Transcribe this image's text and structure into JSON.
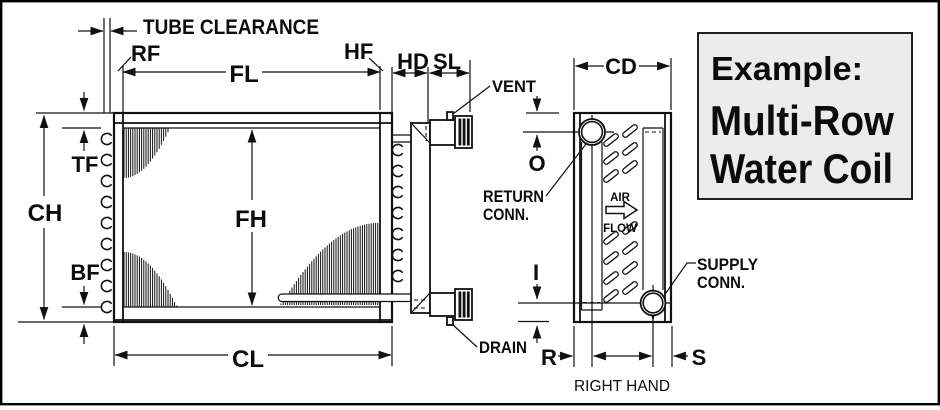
{
  "title_box": {
    "line1": "Example:",
    "line2": "Multi-Row",
    "line3": "Water Coil"
  },
  "front_view": {
    "dim_labels": {
      "tube_clearance": "TUBE CLEARANCE",
      "rf": "RF",
      "fl": "FL",
      "hf": "HF",
      "hd": "HD",
      "sl": "SL",
      "tf": "TF",
      "ch": "CH",
      "fh": "FH",
      "bf": "BF",
      "cl": "CL"
    },
    "connection_labels": {
      "vent": "VENT",
      "drain": "DRAIN"
    }
  },
  "side_view": {
    "dim_labels": {
      "cd": "CD",
      "o": "O",
      "i": "I",
      "r": "R",
      "s": "S"
    },
    "connection_labels": {
      "return_line1": "RETURN",
      "return_line2": "CONN.",
      "supply_line1": "SUPPLY",
      "supply_line2": "CONN."
    },
    "air_flow": {
      "line1": "AIR",
      "line2": "FLOW"
    },
    "caption": "RIGHT HAND"
  },
  "colors": {
    "line": "#111111",
    "title_box_fill": "#ececec",
    "background": "#ffffff"
  }
}
